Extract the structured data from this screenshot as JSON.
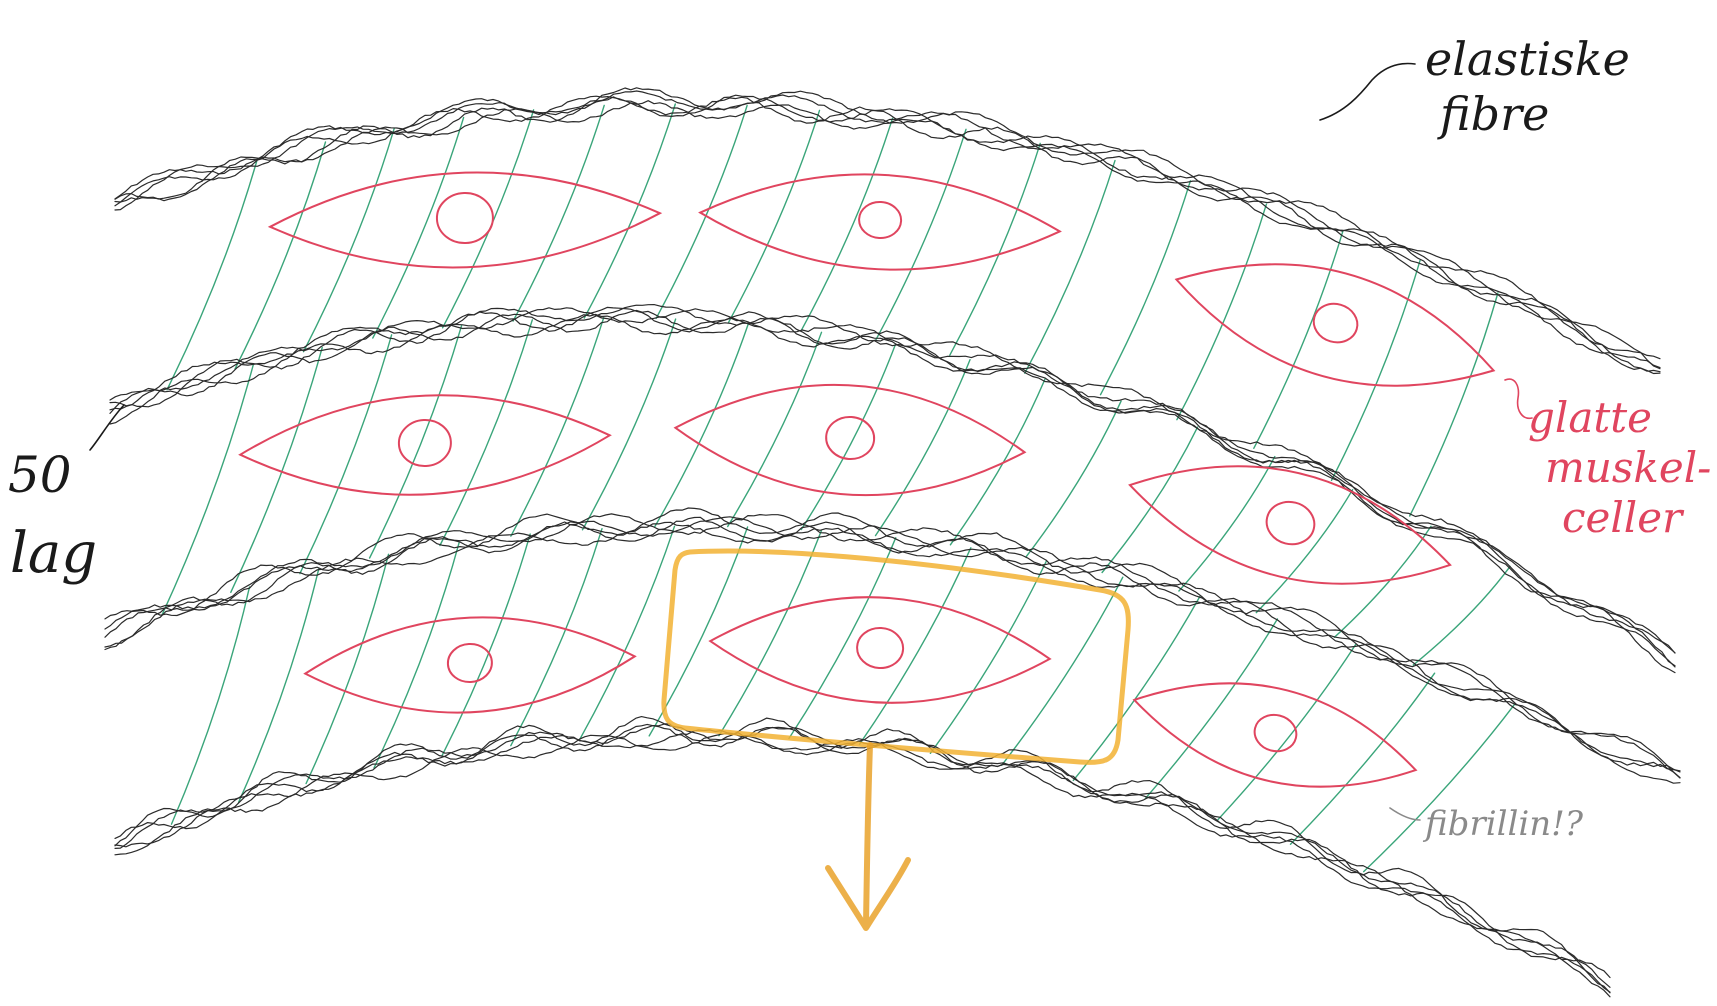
{
  "labels": {
    "elastic_fibres_line1": "elastiske",
    "elastic_fibres_line2": "fibre",
    "muscle_cells_line1": "glatte",
    "muscle_cells_line2": "muskel-",
    "muscle_cells_line3": "celler",
    "fibrillin": "fibrillin!?",
    "layers_count": "50",
    "layers_word": "lag"
  },
  "colors": {
    "elastic_fibre": "#2b2b2b",
    "muscle_cell": "#e0455f",
    "fibrillin": "#3aa57a",
    "highlight": "#f2b233",
    "highlight_arrow": "#e9a22a",
    "fibrillin_label": "#8a8a8a",
    "black_label": "#1a1a1a"
  },
  "icons": {
    "highlight_arrow": "down-arrow-icon"
  }
}
